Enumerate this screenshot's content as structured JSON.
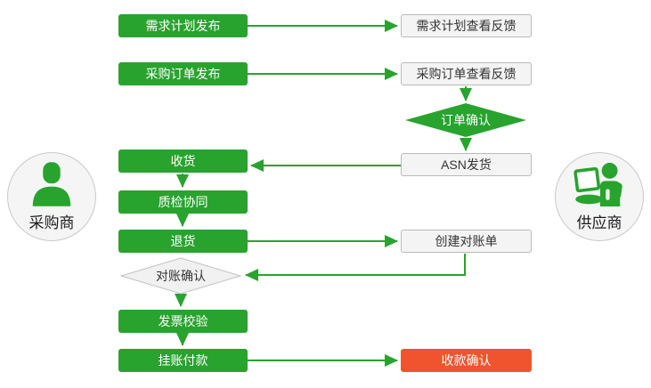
{
  "palette": {
    "green": "#28a32e",
    "red": "#f0542f",
    "node_bg": "#f4f4f4",
    "node_border": "#b9b9b9",
    "text_dark": "#333333",
    "text_light": "#ffffff"
  },
  "actors": {
    "buyer": {
      "label": "采购商"
    },
    "supplier": {
      "label": "供应商"
    }
  },
  "nodes": {
    "demand_publish": {
      "label": "需求计划发布"
    },
    "demand_feedback": {
      "label": "需求计划查看反馈"
    },
    "po_publish": {
      "label": "采购订单发布"
    },
    "po_feedback": {
      "label": "采购订单查看反馈"
    },
    "order_confirm": {
      "label": "订单确认"
    },
    "asn_ship": {
      "label": "ASN发货"
    },
    "receive": {
      "label": "收货"
    },
    "quality_collab": {
      "label": "质检协同"
    },
    "return_goods": {
      "label": "退货"
    },
    "create_statement": {
      "label": "创建对账单"
    },
    "statement_confirm": {
      "label": "对账确认"
    },
    "invoice_check": {
      "label": "发票校验"
    },
    "payment": {
      "label": "挂账付款"
    },
    "receipt_confirm": {
      "label": "收款确认"
    }
  }
}
